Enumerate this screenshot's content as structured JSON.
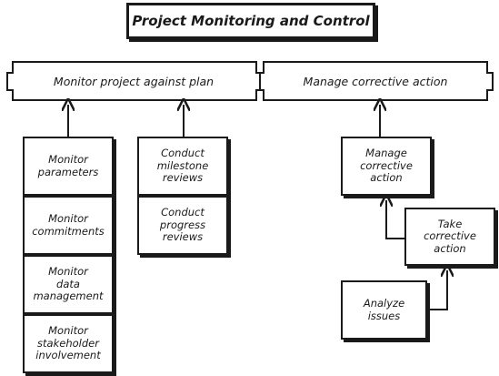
{
  "title": "Project Monitoring and Control",
  "bands": [
    {
      "label": "Monitor project against plan"
    },
    {
      "label": "Manage corrective action"
    }
  ],
  "monitor_group_1": [
    {
      "label": "Monitor\nparameters"
    },
    {
      "label": "Monitor\ncommitments"
    },
    {
      "label": "Monitor\ndata\nmanagement"
    },
    {
      "label": "Monitor\nstakeholder\ninvolvement"
    }
  ],
  "monitor_group_2": [
    {
      "label": "Conduct\nmilestone\nreviews"
    },
    {
      "label": "Conduct\nprogress\nreviews"
    }
  ],
  "corrective": {
    "manage": "Manage\ncorrective\naction",
    "take": "Take\ncorrective\naction",
    "analyze": "Analyze\nissues"
  }
}
